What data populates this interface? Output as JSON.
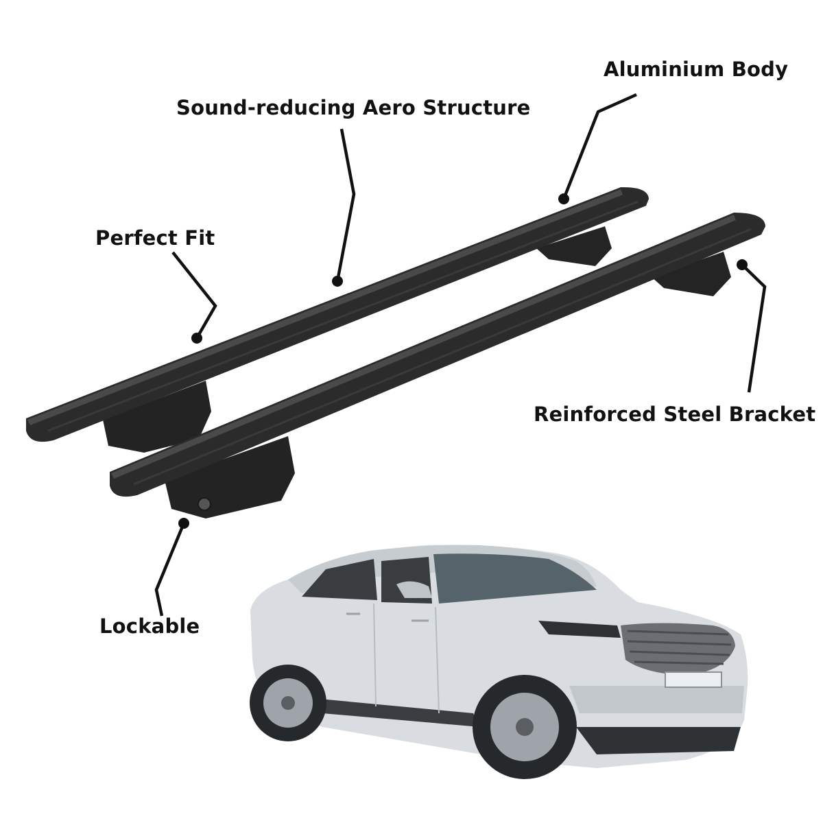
{
  "callouts": {
    "aluminium_body": "Aluminium Body",
    "aero_structure": "Sound-reducing Aero Structure",
    "perfect_fit": "Perfect Fit",
    "steel_bracket": "Reinforced Steel Bracket",
    "lockable": "Lockable"
  },
  "colors": {
    "bar": "#2b2b2b",
    "bar_highlight": "#4a4a4a",
    "leader_line": "#111111",
    "car_body": "#d9dde1",
    "car_trim": "#3a3d40"
  },
  "icons": {
    "roof_bars": "roof-bar-icon",
    "car": "suv-car-icon"
  }
}
